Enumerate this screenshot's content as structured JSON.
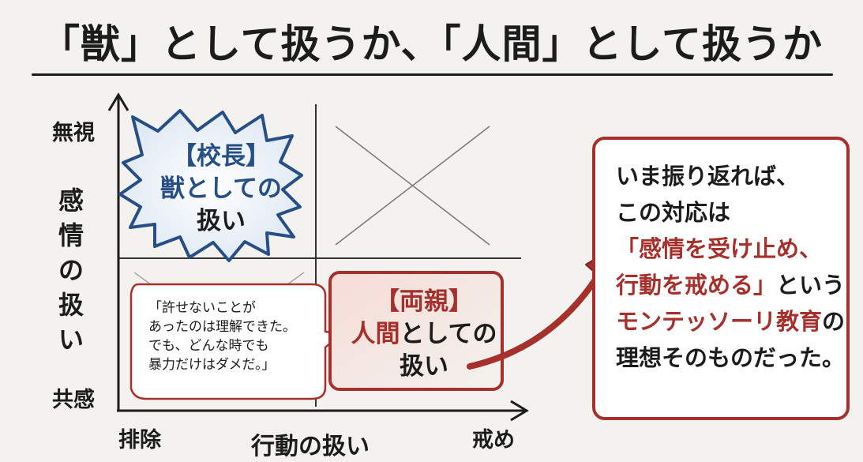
{
  "title": "「獣」として扱うか、「人間」として扱うか",
  "y_axis": {
    "top_label": "無視",
    "main_label": [
      "感",
      "情",
      "の",
      "扱",
      "い"
    ],
    "bottom_label": "共感"
  },
  "x_axis": {
    "left_label": "排除",
    "main_label": "行動の扱い",
    "right_label": "戒め"
  },
  "principal": {
    "heading": "【校長】",
    "line1": "獣としての",
    "line2": "扱い"
  },
  "speech_bubble": {
    "lines": [
      "「許せないことが",
      "あったのは理解できた。",
      "でも、どんな時でも",
      "暴力だけはダメだ。」"
    ]
  },
  "parents": {
    "heading": "【両親】",
    "line1_red": "人間",
    "line1_rest": "としての",
    "line2": "扱い"
  },
  "conclusion": {
    "line1": "いま振り返れば、",
    "line2": "この対応は",
    "line3": "「感情を受け止め、",
    "line4_red": "行動を戒める」",
    "line4_rest": "という",
    "line5_red": "モンテッソーリ教育",
    "line5_rest": "の",
    "line6": "理想そのものだった。"
  },
  "colors": {
    "blue": "#274f86",
    "red": "#a5302c",
    "ink": "#1c1c1c"
  }
}
